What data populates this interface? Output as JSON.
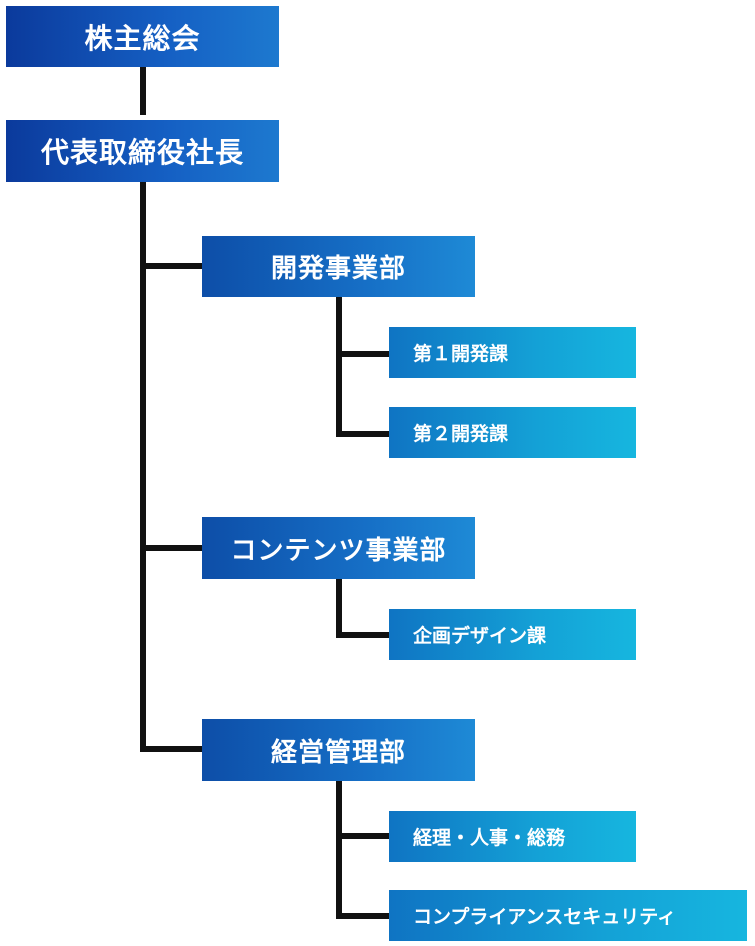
{
  "chart": {
    "root": "株主総会",
    "ceo": "代表取締役社長",
    "divisions": [
      {
        "name": "開発事業部",
        "sections": [
          "第１開発課",
          "第２開発課"
        ]
      },
      {
        "name": "コンテンツ事業部",
        "sections": [
          "企画デザイン課"
        ]
      },
      {
        "name": "経営管理部",
        "sections": [
          "経理・人事・総務",
          "コンプライアンスセキュリティ"
        ]
      }
    ]
  }
}
